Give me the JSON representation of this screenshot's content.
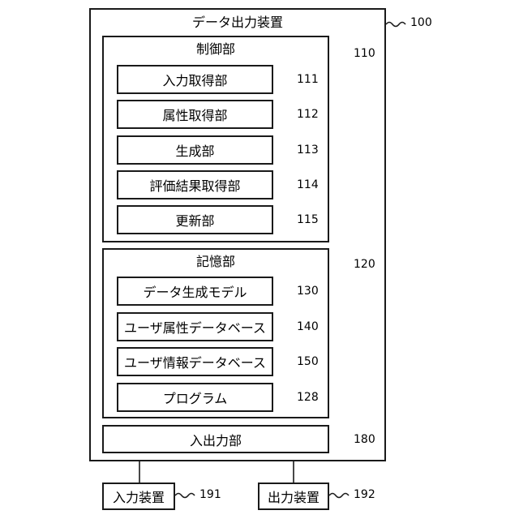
{
  "device": {
    "title": "データ出力装置",
    "ref": "100"
  },
  "control_unit": {
    "title": "制御部",
    "ref": "110",
    "parts": [
      {
        "label": "入力取得部",
        "ref": "111"
      },
      {
        "label": "属性取得部",
        "ref": "112"
      },
      {
        "label": "生成部",
        "ref": "113"
      },
      {
        "label": "評価結果取得部",
        "ref": "114"
      },
      {
        "label": "更新部",
        "ref": "115"
      }
    ]
  },
  "storage_unit": {
    "title": "記憶部",
    "ref": "120",
    "parts": [
      {
        "label": "データ生成モデル",
        "ref": "130"
      },
      {
        "label": "ユーザ属性データベース",
        "ref": "140"
      },
      {
        "label": "ユーザ情報データベース",
        "ref": "150"
      },
      {
        "label": "プログラム",
        "ref": "128"
      }
    ]
  },
  "io_unit": {
    "label": "入出力部",
    "ref": "180"
  },
  "input_device": {
    "label": "入力装置",
    "ref": "191"
  },
  "output_device": {
    "label": "出力装置",
    "ref": "192"
  }
}
